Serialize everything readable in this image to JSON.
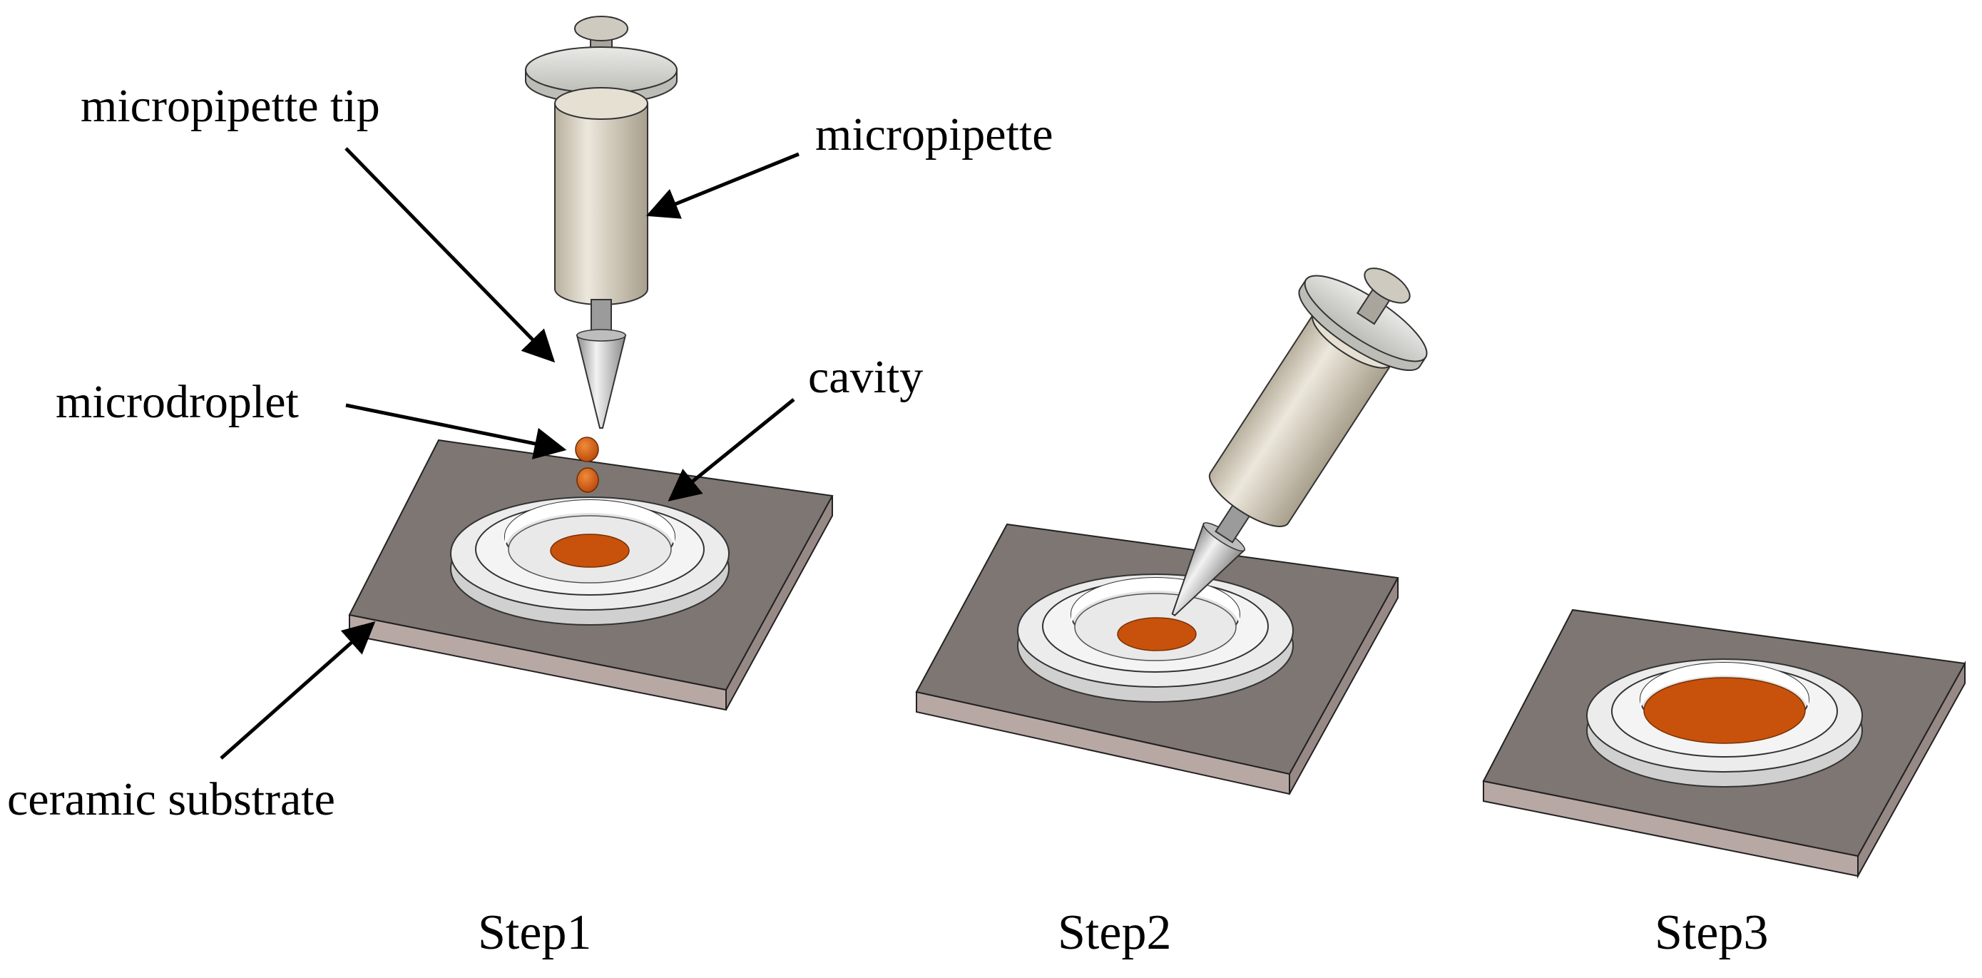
{
  "labels": {
    "micropipette_tip": "micropipette tip",
    "micropipette": "micropipette",
    "microdroplet": "microdroplet",
    "cavity": "cavity",
    "ceramic_substrate": "ceramic substrate"
  },
  "steps": [
    "Step1",
    "Step2",
    "Step3"
  ],
  "colors": {
    "substrate_top": "#7d7673",
    "substrate_side": "#b8a8a4",
    "ring": "#ececec",
    "liquid": "#c8520c",
    "barrel": "#dcd5c6",
    "tip": "#c6c6c6"
  }
}
